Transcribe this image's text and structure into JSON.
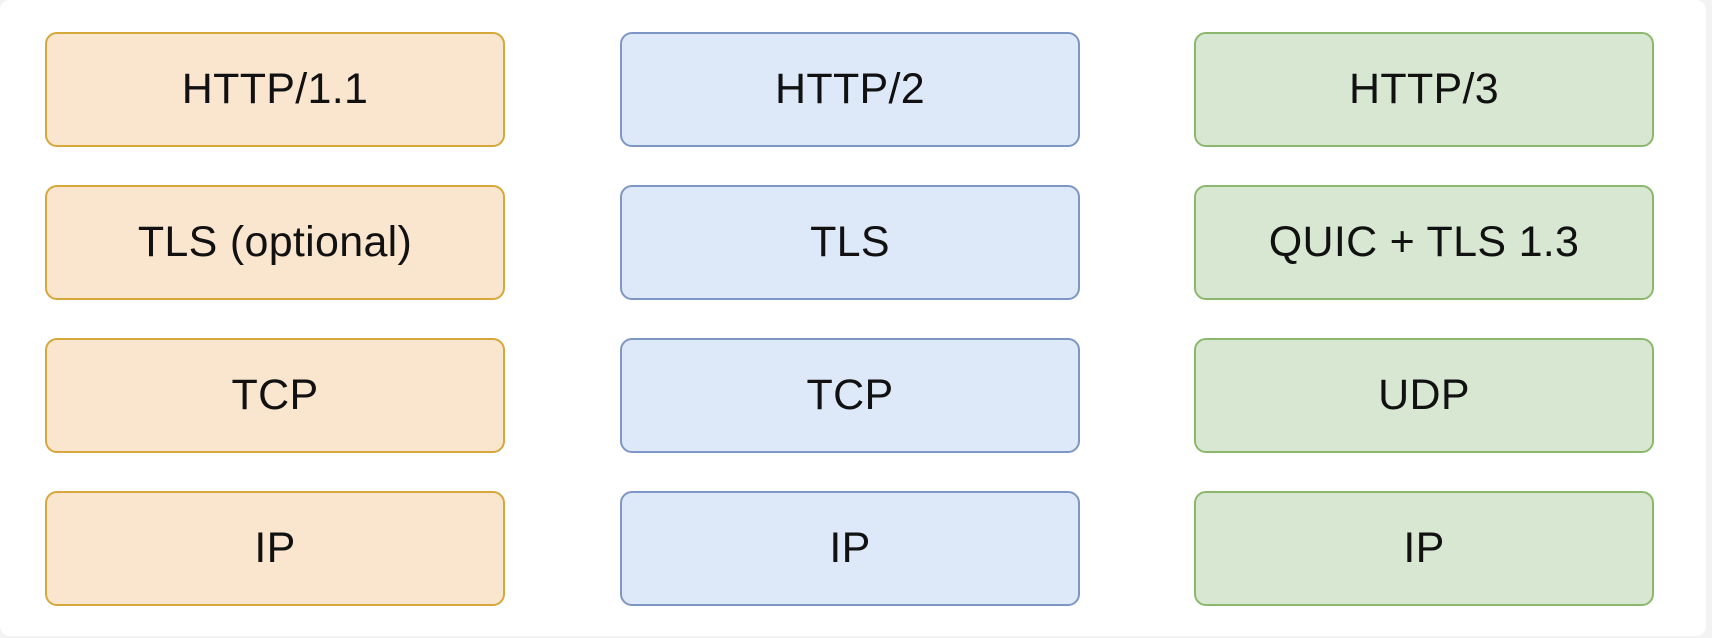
{
  "stacks": [
    {
      "layers": [
        "HTTP/1.1",
        "TLS (optional)",
        "TCP",
        "IP"
      ],
      "fill": "#fae6cf",
      "stroke": "#d6a73a"
    },
    {
      "layers": [
        "HTTP/2",
        "TLS",
        "TCP",
        "IP"
      ],
      "fill": "#dde8f8",
      "stroke": "#7d96c4"
    },
    {
      "layers": [
        "HTTP/3",
        "QUIC + TLS 1.3",
        "UDP",
        "IP"
      ],
      "fill": "#d8e7d2",
      "stroke": "#8cb86e"
    }
  ]
}
